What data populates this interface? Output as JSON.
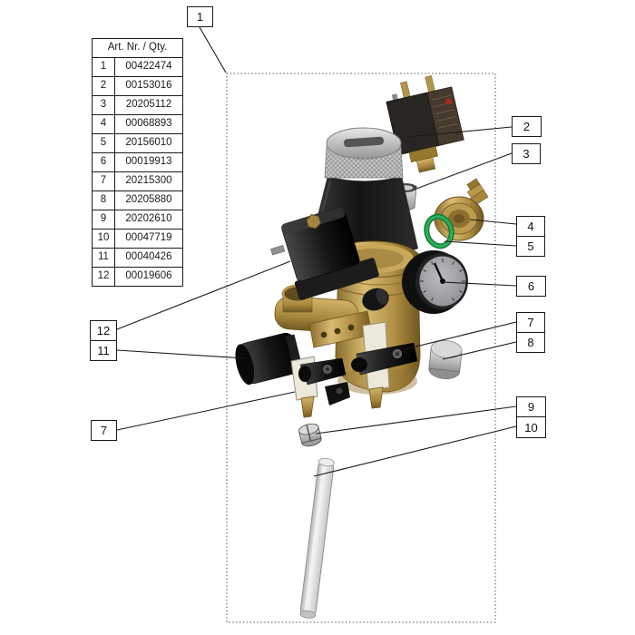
{
  "diagram": {
    "type": "exploded-parts-diagram",
    "description": "Exploded view of a brass pressure regulator with solenoid valve, gauge and fittings, numbered part callouts",
    "parts_table": {
      "header": "Art. Nr. / Qty.",
      "rows": [
        {
          "pos": "1",
          "art_nr": "00422474"
        },
        {
          "pos": "2",
          "art_nr": "00153016"
        },
        {
          "pos": "3",
          "art_nr": "20205112"
        },
        {
          "pos": "4",
          "art_nr": "00068893"
        },
        {
          "pos": "5",
          "art_nr": "20156010"
        },
        {
          "pos": "6",
          "art_nr": "00019913"
        },
        {
          "pos": "7",
          "art_nr": "20215300"
        },
        {
          "pos": "8",
          "art_nr": "20205880"
        },
        {
          "pos": "9",
          "art_nr": "20202610"
        },
        {
          "pos": "10",
          "art_nr": "00047719"
        },
        {
          "pos": "11",
          "art_nr": "00040426"
        },
        {
          "pos": "12",
          "art_nr": "00019606"
        }
      ]
    },
    "callouts": [
      {
        "label": "1"
      },
      {
        "label": "2"
      },
      {
        "label": "3"
      },
      {
        "label": "4"
      },
      {
        "label": "5"
      },
      {
        "label": "6"
      },
      {
        "label": "7"
      },
      {
        "label": "8"
      },
      {
        "label": "9"
      },
      {
        "label": "10"
      },
      {
        "label": "12"
      },
      {
        "label": "11"
      },
      {
        "label": "7"
      }
    ],
    "colors": {
      "brass": "#ad8c45",
      "black_part": "#1b1b1b",
      "silver": "#b9b9b9",
      "cream": "#ece8da",
      "o_ring_green": "#2aa04e",
      "tube_gray": "#d6d6d8",
      "leader_line": "#1a1a1a",
      "background": "#ffffff"
    }
  }
}
